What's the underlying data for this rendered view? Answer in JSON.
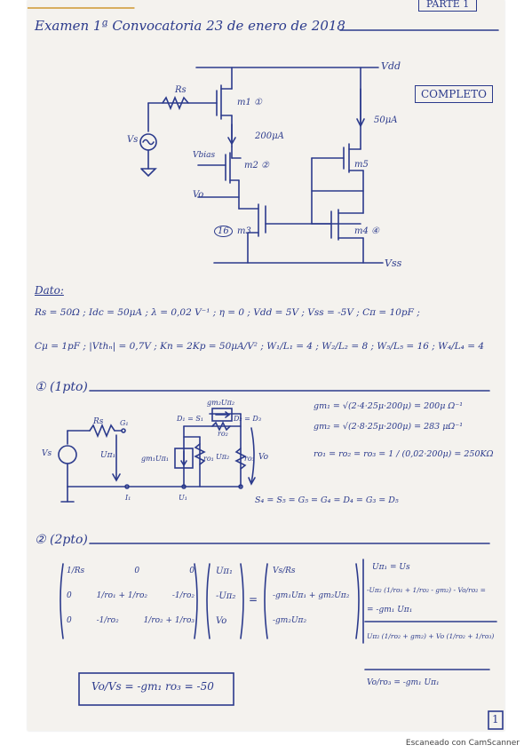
{
  "header": {
    "part_label": "PARTE 1",
    "title": "Examen 1ª Convocatoria 23 de enero de 2018",
    "page_number": "1"
  },
  "circuit": {
    "vdd": "Vdd",
    "vss": "Vss",
    "rs": "Rs",
    "vs": "Vs",
    "vbias": "Vbias",
    "vo": "Vo",
    "current_m1": "200μA",
    "current_m5": "50μA",
    "m1": "m1 ①",
    "m2": "m2 ②",
    "m3": "m3",
    "m4": "m4 ④",
    "m5": "m5",
    "m3_ratio": "16",
    "completo": "COMPLETO"
  },
  "data_section": {
    "heading": "Dato:",
    "line1": "Rs = 50Ω ; Idc = 50μA ; λ = 0,02 V⁻¹ ; η = 0 ; Vdd = 5V ; Vss = -5V ; Cπ = 10pF ;",
    "line2": "Cμ = 1pF ; |Vthₙ| = 0,7V ; Kn = 2Kp = 50μA/V² ; W₁/L₁ = 4 ; W₂/L₂ = 8 ; W₅/L₅ = 16 ; W₄/L₄ = 4"
  },
  "part1": {
    "heading": "① (1pto)",
    "eq1": "gm₁ = √(2·4·25μ·200μ) = 200μ Ω⁻¹",
    "eq2": "gm₂ = √(2·8·25μ·200μ) = 283 μΩ⁻¹",
    "eq3": "ro₁ = ro₂ = ro₃ = 1 / (0,02·200μ) = 250KΩ",
    "nodes": "S₄ = S₅ = G₅ = G₄ = D₄ = G₃ = D₅",
    "lbl_rs": "Rs",
    "lbl_vs": "Vs",
    "lbl_upi1": "Uπ₁",
    "lbl_gm1": "gm₁Uπ₁",
    "lbl_ro1": "ro₁",
    "lbl_gm2": "gm₂Uπ₂",
    "lbl_ro2": "ro₂",
    "lbl_upi2": "Uπ₂",
    "lbl_ro3": "ro₃",
    "lbl_vo": "Vo",
    "lbl_g1": "G₁",
    "lbl_d1": "D₁ = S₁",
    "lbl_d2": "D₂ = D₃",
    "lbl_i1": "I₁",
    "lbl_u1": "U₁"
  },
  "part2": {
    "heading": "② (2pto)",
    "matrix_r1": [
      "1/Rs",
      "0",
      "0"
    ],
    "matrix_r2": [
      "0",
      "1/ro₁ + 1/ro₂",
      "-1/ro₂"
    ],
    "matrix_r3": [
      "0",
      "-1/ro₂",
      "1/ro₂ + 1/ro₃"
    ],
    "vec_u": [
      "Uπ₁",
      "-Uπ₂",
      "Vo"
    ],
    "vec_rhs": [
      "Vs/Rs",
      "-gm₁Uπ₁ + gm₂Uπ₂",
      "-gm₂Uπ₂"
    ],
    "side1": "Uπ₁ = Us",
    "side2": "-Uπ₂ (1/ro₁ + 1/ro₂ - gm₂) - Vo/ro₂ =",
    "side3": "= -gm₁ Uπ₁",
    "side4": "Uπ₂ (1/ro₂ + gm₂) + Vo (1/ro₂ + 1/ro₃)",
    "side5": "Vo/ro₃ = -gm₁ Uπ₁",
    "result": "Vo/Vs = -gm₁ ro₃ = -50"
  },
  "footer": "Escaneado con CamScanner"
}
